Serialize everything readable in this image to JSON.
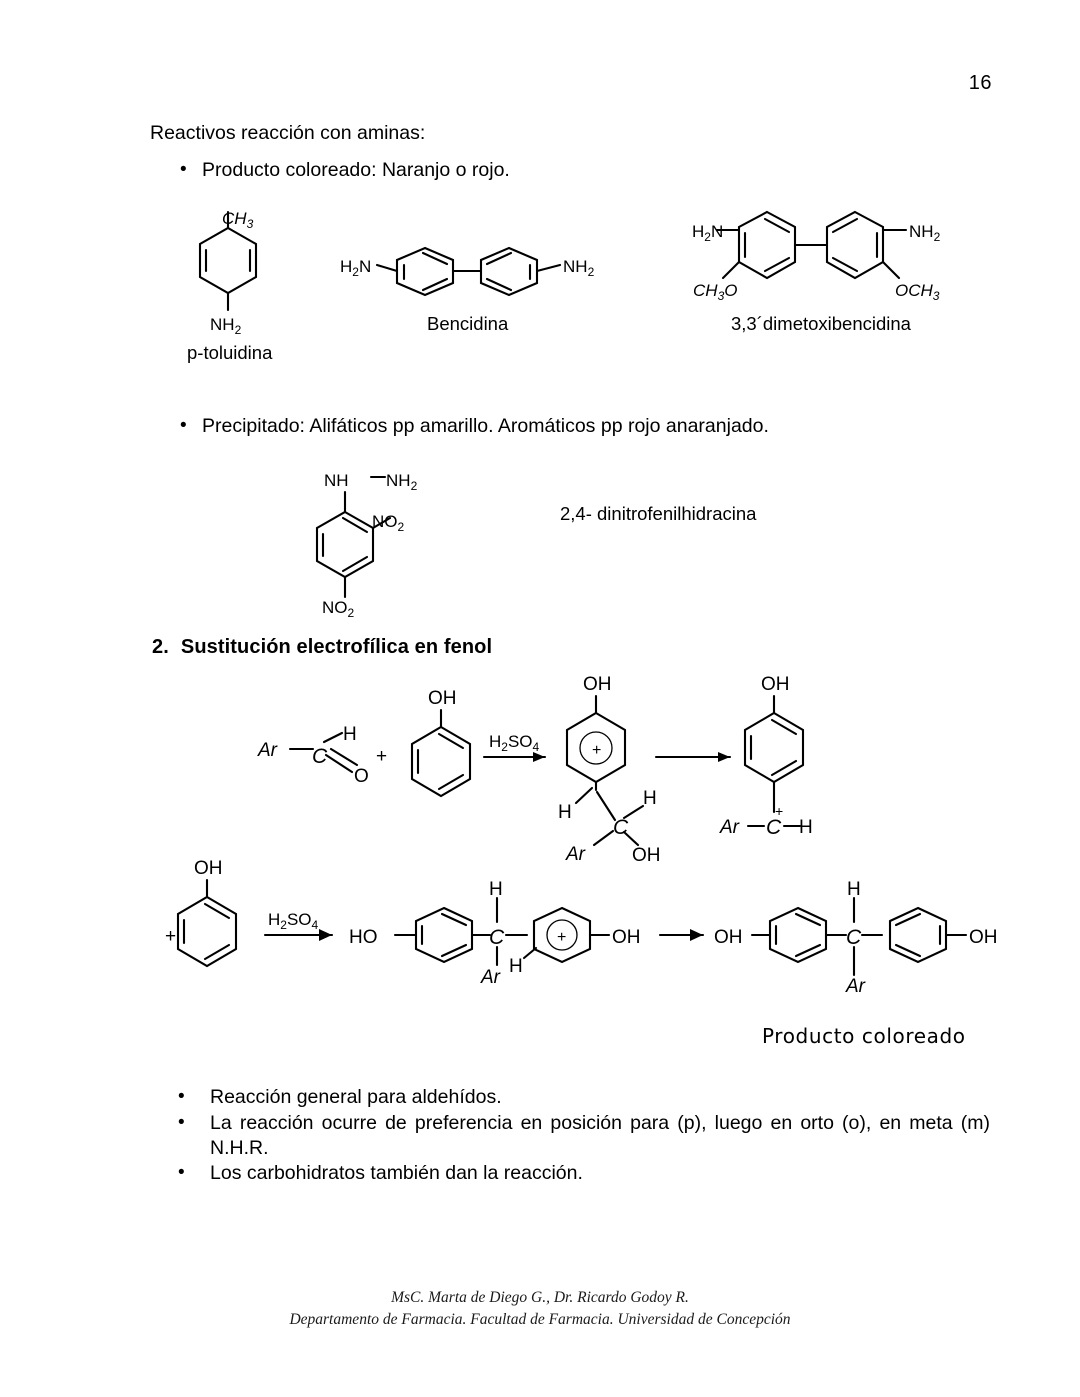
{
  "page": {
    "number": "16",
    "intro_line": "Reactivos reacción con aminas:"
  },
  "bullets_top": [
    {
      "marker": "•",
      "text": "Producto coloreado: Naranjo o rojo."
    },
    {
      "marker": "•",
      "text": "Precipitado: Alifáticos pp amarillo. Aromáticos pp rojo anaranjado."
    }
  ],
  "structures_row1": [
    {
      "name": "p-toluidina",
      "label": "p-toluidina",
      "substituents": [
        "CH3",
        "NH2"
      ]
    },
    {
      "name": "bencidina",
      "label": "Bencidina",
      "substituents": [
        "H2N",
        "NH2"
      ]
    },
    {
      "name": "dimetoxibencidina",
      "label": "3,3´dimetoxibencidina",
      "substituents": [
        "H2N",
        "NH2",
        "CH3O",
        "OCH3"
      ]
    }
  ],
  "structures_row2": [
    {
      "name": "dinitrofenilhidracina",
      "label": "2,4- dinitrofenilhidracina",
      "substituents": [
        "NH",
        "NH2",
        "NO2",
        "NO2"
      ]
    }
  ],
  "section": {
    "number": "2.",
    "title": "Sustitución electrofílica en fenol"
  },
  "scheme_row1": {
    "reactant_aldehyde": {
      "ar": "Ar",
      "c": "C",
      "h": "H",
      "o": "O"
    },
    "plus": "+",
    "phenol_oh": "OH",
    "arrow_reagent": "H2SO4",
    "intermediate": {
      "oh_top": "OH",
      "charge": "+",
      "h_left": "H",
      "h_right": "H",
      "c": "C",
      "ar": "Ar",
      "oh_bottom": "OH"
    },
    "product": {
      "oh_top": "OH",
      "ar": "Ar",
      "c": "C",
      "charge": "+",
      "h": "H"
    }
  },
  "scheme_row2": {
    "plus": "+",
    "phenol_oh": "OH",
    "arrow_reagent": "H2SO4",
    "intermediate": {
      "ho_left": "HO",
      "h_top": "H",
      "c": "C",
      "ar": "Ar",
      "h_lower": "H",
      "charge": "+",
      "oh_right": "OH"
    },
    "product": {
      "oh_left": "OH",
      "h_top": "H",
      "c": "C",
      "ar": "Ar",
      "oh_right": "OH"
    },
    "caption": "Producto coloreado"
  },
  "bullets_bottom": [
    {
      "marker": "•",
      "text": "Reacción general para aldehídos."
    },
    {
      "marker": "•",
      "text": "La reacción ocurre de preferencia en posición para (p), luego en orto (o), en meta (m) N.H.R."
    },
    {
      "marker": "•",
      "text": "Los carbohidratos también dan la reacción."
    }
  ],
  "footer": {
    "line1": "MsC.  Marta de Diego G.,  Dr. Ricardo Godoy R.",
    "line2": "Departamento de Farmacia. Facultad de Farmacia. Universidad de Concepción"
  },
  "colors": {
    "ink": "#000000",
    "paper": "#ffffff"
  }
}
